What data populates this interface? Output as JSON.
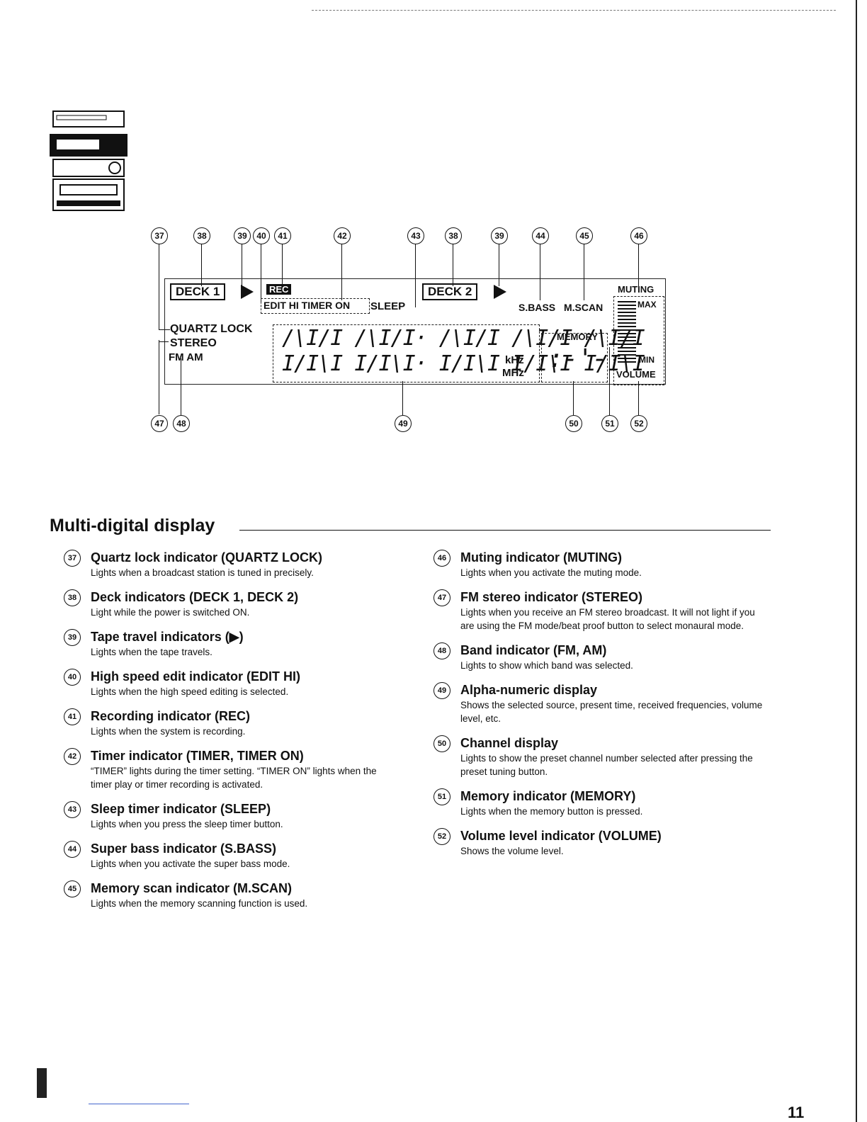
{
  "diagram": {
    "callouts": {
      "c37": "37",
      "c38a": "38",
      "c39a": "39",
      "c40": "40",
      "c41": "41",
      "c42": "42",
      "c43": "43",
      "c38b": "38",
      "c39b": "39",
      "c44": "44",
      "c45": "45",
      "c46": "46",
      "c47": "47",
      "c48": "48",
      "c49": "49",
      "c50": "50",
      "c51": "51",
      "c52": "52"
    },
    "labels": {
      "deck1": "DECK 1",
      "rec": "REC",
      "edit_timer": "EDIT HI TIMER ON",
      "sleep": "SLEEP",
      "deck2": "DECK 2",
      "sbass": "S.BASS",
      "mscan": "M.SCAN",
      "muting": "MUTING",
      "max": "MAX",
      "min": "MIN",
      "volume": "VOLUME",
      "quartz_lock": "QUARTZ LOCK",
      "stereo": "STEREO",
      "fmam": "FM AM",
      "memory": "MEMORY",
      "khz": "kHz",
      "mhz": "MHz"
    }
  },
  "section": {
    "title": "Multi-digital display"
  },
  "items_left": [
    {
      "num": "37",
      "title": "Quartz lock indicator (QUARTZ LOCK)",
      "desc": "Lights when a broadcast station is tuned in precisely."
    },
    {
      "num": "38",
      "title": "Deck indicators (DECK 1, DECK 2)",
      "desc": "Light while the power is switched ON."
    },
    {
      "num": "39",
      "title": "Tape travel indicators (▶)",
      "desc": "Lights when the tape travels."
    },
    {
      "num": "40",
      "title": "High speed edit indicator (EDIT HI)",
      "desc": "Lights when the high speed editing is selected."
    },
    {
      "num": "41",
      "title": "Recording indicator (REC)",
      "desc": "Lights when the system is recording."
    },
    {
      "num": "42",
      "title": "Timer indicator (TIMER, TIMER ON)",
      "desc": "“TIMER” lights during the timer setting. “TIMER ON” lights when the timer play or timer recording is activated."
    },
    {
      "num": "43",
      "title": "Sleep timer indicator (SLEEP)",
      "desc": "Lights when you press the sleep timer button."
    },
    {
      "num": "44",
      "title": "Super bass indicator (S.BASS)",
      "desc": "Lights when you activate the super bass mode."
    },
    {
      "num": "45",
      "title": "Memory scan indicator (M.SCAN)",
      "desc": "Lights when the memory scanning function is used."
    }
  ],
  "items_right": [
    {
      "num": "46",
      "title": "Muting indicator (MUTING)",
      "desc": "Lights when you activate the muting mode."
    },
    {
      "num": "47",
      "title": "FM stereo indicator (STEREO)",
      "desc": "Lights when you receive an FM stereo broadcast. It will not light if you are using the FM mode/beat proof button to select monaural mode."
    },
    {
      "num": "48",
      "title": "Band indicator (FM, AM)",
      "desc": "Lights to show which band was selected."
    },
    {
      "num": "49",
      "title": "Alpha-numeric display",
      "desc": "Shows the selected source, present time, received frequencies, volume level, etc."
    },
    {
      "num": "50",
      "title": "Channel display",
      "desc": "Lights to show the preset channel number selected after pressing the preset tuning button."
    },
    {
      "num": "51",
      "title": "Memory indicator (MEMORY)",
      "desc": "Lights when the memory button is pressed."
    },
    {
      "num": "52",
      "title": "Volume level indicator (VOLUME)",
      "desc": "Shows the volume level."
    }
  ],
  "page_number": "11"
}
